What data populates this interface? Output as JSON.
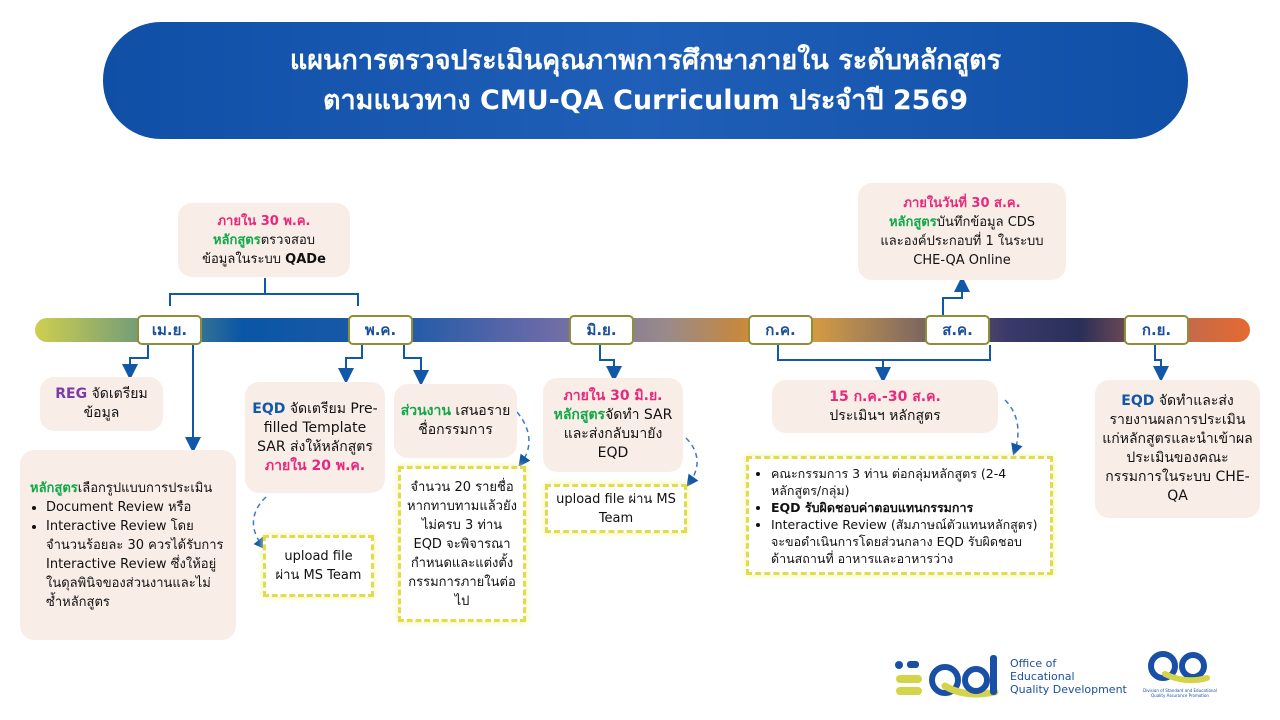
{
  "title": {
    "line1": "แผนการตรวจประเมินคุณภาพการศึกษาภายใน ระดับหลักสูตร",
    "line2": "ตามแนวทาง CMU-QA Curriculum ประจำปี 2569"
  },
  "months": [
    "เม.ย.",
    "พ.ค.",
    "มิ.ย.",
    "ก.ค.",
    "ส.ค.",
    "ก.ย."
  ],
  "top_qade": {
    "deadline": "ภายใน 30 พ.ค.",
    "actor": "หลักสูตร",
    "text1": "ตรวจสอบ",
    "text2": "ข้อมูลในระบบ ",
    "system": "QADe"
  },
  "top_cds": {
    "deadline": "ภายในวันที่ 30 ส.ค.",
    "actor": "หลักสูตร",
    "text1": "บันทึกข้อมูล CDS",
    "text2": "และองค์ประกอบที่ 1 ในระบบ",
    "text3": "CHE-QA Online"
  },
  "reg": {
    "actor": "REG",
    "text": " จัดเตรียมข้อมูล"
  },
  "curriculum_choice": {
    "actor": "หลักสูตร",
    "text": "เลือกรูปแบบการประเมิน",
    "bullets": [
      "Document Review หรือ",
      "Interactive Review โดยจำนวนร้อยละ 30 ควรได้รับการ Interactive Review ซึ่งให้อยู่ในดุลพินิจของส่วนงานและไม่ซ้ำหลักสูตร"
    ]
  },
  "eqd_prefill": {
    "actor": "EQD",
    "text": " จัดเตรียม Pre-filled Template SAR ส่งให้หลักสูตร",
    "deadline": "ภายใน 20 พ.ค."
  },
  "upload1": "upload file ผ่าน MS Team",
  "unit_propose": {
    "actor": "ส่วนงาน",
    "text": " เสนอรายชื่อกรรมการ"
  },
  "committee_note": "จำนวน 20 รายชื่อ หากทาบทามแล้วยังไม่ครบ 3 ท่าน EQD จะพิจารณากำหนดและแต่งตั้งกรรมการภายในต่อไป",
  "sar": {
    "deadline": "ภายใน 30 มิ.ย.",
    "actor": "หลักสูตร",
    "text": "จัดทำ SAR และส่งกลับมายัง EQD"
  },
  "upload2": "upload file ผ่าน MS Team",
  "assess": {
    "deadline": "15 ก.ค.-30 ส.ค.",
    "text": "ประเมินฯ หลักสูตร"
  },
  "assess_notes": [
    "คณะกรรมการ 3 ท่าน ต่อกลุ่มหลักสูตร (2-4 หลักสูตร/กลุ่ม)",
    "EQD รับผิดชอบค่าตอบแทนกรรมการ",
    "Interactive Review (สัมภาษณ์ตัวแทนหลักสูตร) จะขอดำเนินการโดยส่วนกลาง EQD รับผิดชอบด้านสถานที่ อาหารและอาหารว่าง"
  ],
  "report": {
    "actor": "EQD",
    "text": " จัดทำและส่งรายงานผลการประเมินแก่หลักสูตรและนำเข้าผลประเมินของคณะกรรมการในระบบ CHE-QA"
  },
  "footer": {
    "eqd_logo": "EQD",
    "eqd_name": [
      "Office of",
      "Educational",
      "Quality Development"
    ],
    "qa_logo": "QA",
    "qa_caption": "Division of Standard and Educational Quality Assurance Promotion"
  },
  "colors": {
    "title_bg": "#0f4fa6",
    "deadline": "#e8287a",
    "actor_curriculum": "#12a84a",
    "actor_eqd": "#1258a8",
    "actor_reg": "#7a3aa8",
    "box_bg": "#f9ede8",
    "dash_border": "#e3dc4a"
  }
}
